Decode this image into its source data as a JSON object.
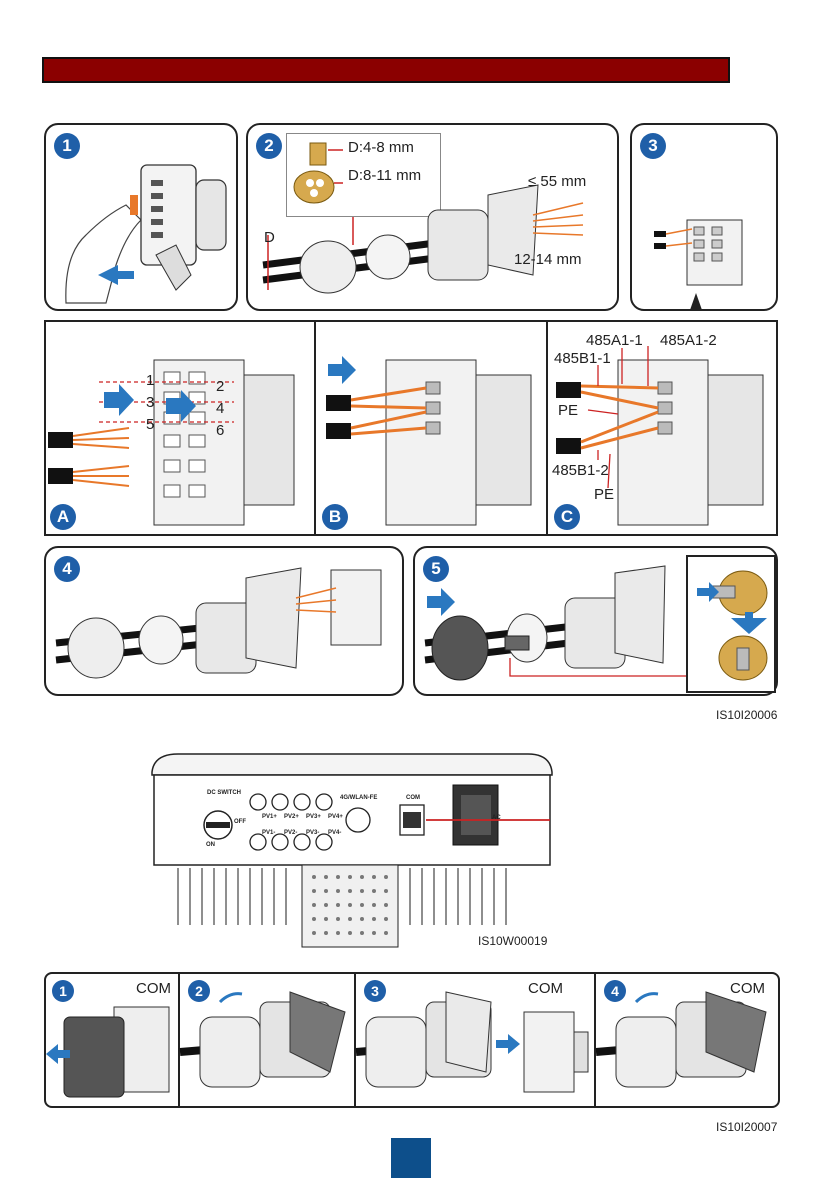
{
  "colors": {
    "header_bar": "#8b0000",
    "step_badge": "#1f5fa8",
    "wire": "#e8782a",
    "arrow": "#2a78c0",
    "callout": "#cc2222",
    "page_badge": "#0d4f8b"
  },
  "steps_top": [
    "1",
    "2",
    "3"
  ],
  "step2": {
    "dim_gasket_small": "D:4-8 mm",
    "dim_gasket_large": "D:8-11 mm",
    "dim_d": "D",
    "strip_length": "≤ 55 mm",
    "bare_length": "12-14 mm"
  },
  "wiring": {
    "panel_a": "A",
    "panel_b": "B",
    "panel_c": "C",
    "pins": [
      "1",
      "2",
      "3",
      "4",
      "5",
      "6"
    ],
    "labels": {
      "a1_1": "485A1-1",
      "a1_2": "485A1-2",
      "b1_1": "485B1-1",
      "b1_2": "485B1-2",
      "pe_1": "PE",
      "pe_2": "PE"
    }
  },
  "steps_mid": [
    "4",
    "5"
  ],
  "figure_id_1": "IS10I20006",
  "device": {
    "dc_switch": "DC SWITCH",
    "off": "OFF",
    "on": "ON",
    "com": "COM",
    "ac": "AC",
    "fe_port": "4G/WLAN-FE",
    "pv_labels_top": [
      "PV1+",
      "PV2+",
      "PV3+",
      "PV4+"
    ],
    "pv_labels_bottom": [
      "PV1-",
      "PV2-",
      "PV3-",
      "PV4-"
    ],
    "figure_id": "IS10W00019"
  },
  "bottom_steps": [
    {
      "num": "1",
      "label": "COM"
    },
    {
      "num": "2",
      "label": ""
    },
    {
      "num": "3",
      "label": "COM"
    },
    {
      "num": "4",
      "label": "COM"
    }
  ],
  "figure_id_2": "IS10I20007"
}
